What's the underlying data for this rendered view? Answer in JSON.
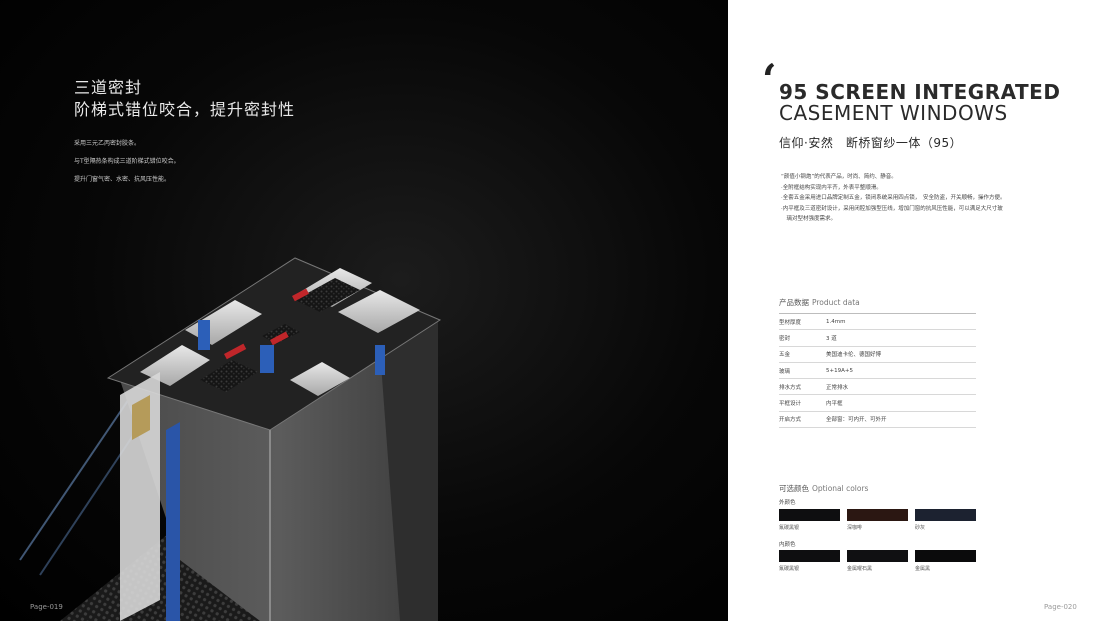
{
  "left_page": {
    "heading": "三道密封",
    "subheading": "阶梯式错位咬合，提升密封性",
    "bullets": [
      "采用三元乙丙密封胶条。",
      "与T型隔热条构成三道阶梯式错位咬合。",
      "提升门窗气密、水密、抗风压性能。"
    ],
    "page_number": "Page-019"
  },
  "right_page": {
    "quote_mark": "‘",
    "title_line1": "95 SCREEN INTEGRATED",
    "title_line2": "CASEMENT WINDOWS",
    "title_cn": "信仰·安然　断桥窗纱一体（95）",
    "intro": [
      "“颜值小钢炮”的代表产品，时尚、简约、静音。",
      "·全附框结构实现内平齐，外表平整顺滑。",
      "·全套五金采用进口品牌定制五金，锁闭系统采用四点锁，　安全防盗，开关顺畅，操作方便。",
      "·内平框及三道密封设计，采用闭腔加强型压线，增加门窗的抗风压性能，可以满足大尺寸玻",
      "　璃对型材强度需求。"
    ],
    "product_data": {
      "label_cn": "产品数据",
      "label_en": "Product data",
      "rows": [
        {
          "key": "型材厚度",
          "value": "1.4mm"
        },
        {
          "key": "密封",
          "value": "3 道"
        },
        {
          "key": "五金",
          "value": "美国迪卡伦、德国好博"
        },
        {
          "key": "玻璃",
          "value": "5+19A+5"
        },
        {
          "key": "排水方式",
          "value": "正常排水"
        },
        {
          "key": "平框设计",
          "value": "内平框"
        },
        {
          "key": "开启方式",
          "value": "全部窗：可内开、可外开"
        }
      ]
    },
    "colors": {
      "label_cn": "可选颜色",
      "label_en": "Optional colors",
      "outer_label": "外颜色",
      "outer": [
        {
          "name": "氟碳黑银",
          "hex": "#0e0e10"
        },
        {
          "name": "深咖啡",
          "hex": "#2b1712"
        },
        {
          "name": "砂灰",
          "hex": "#1c2230"
        }
      ],
      "inner_label": "内颜色",
      "inner": [
        {
          "name": "氟碳黑银",
          "hex": "#0e0e10"
        },
        {
          "name": "金属曜石黑",
          "hex": "#101012"
        },
        {
          "name": "金属黑",
          "hex": "#0b0b0c"
        }
      ]
    },
    "page_number": "Page-020"
  }
}
